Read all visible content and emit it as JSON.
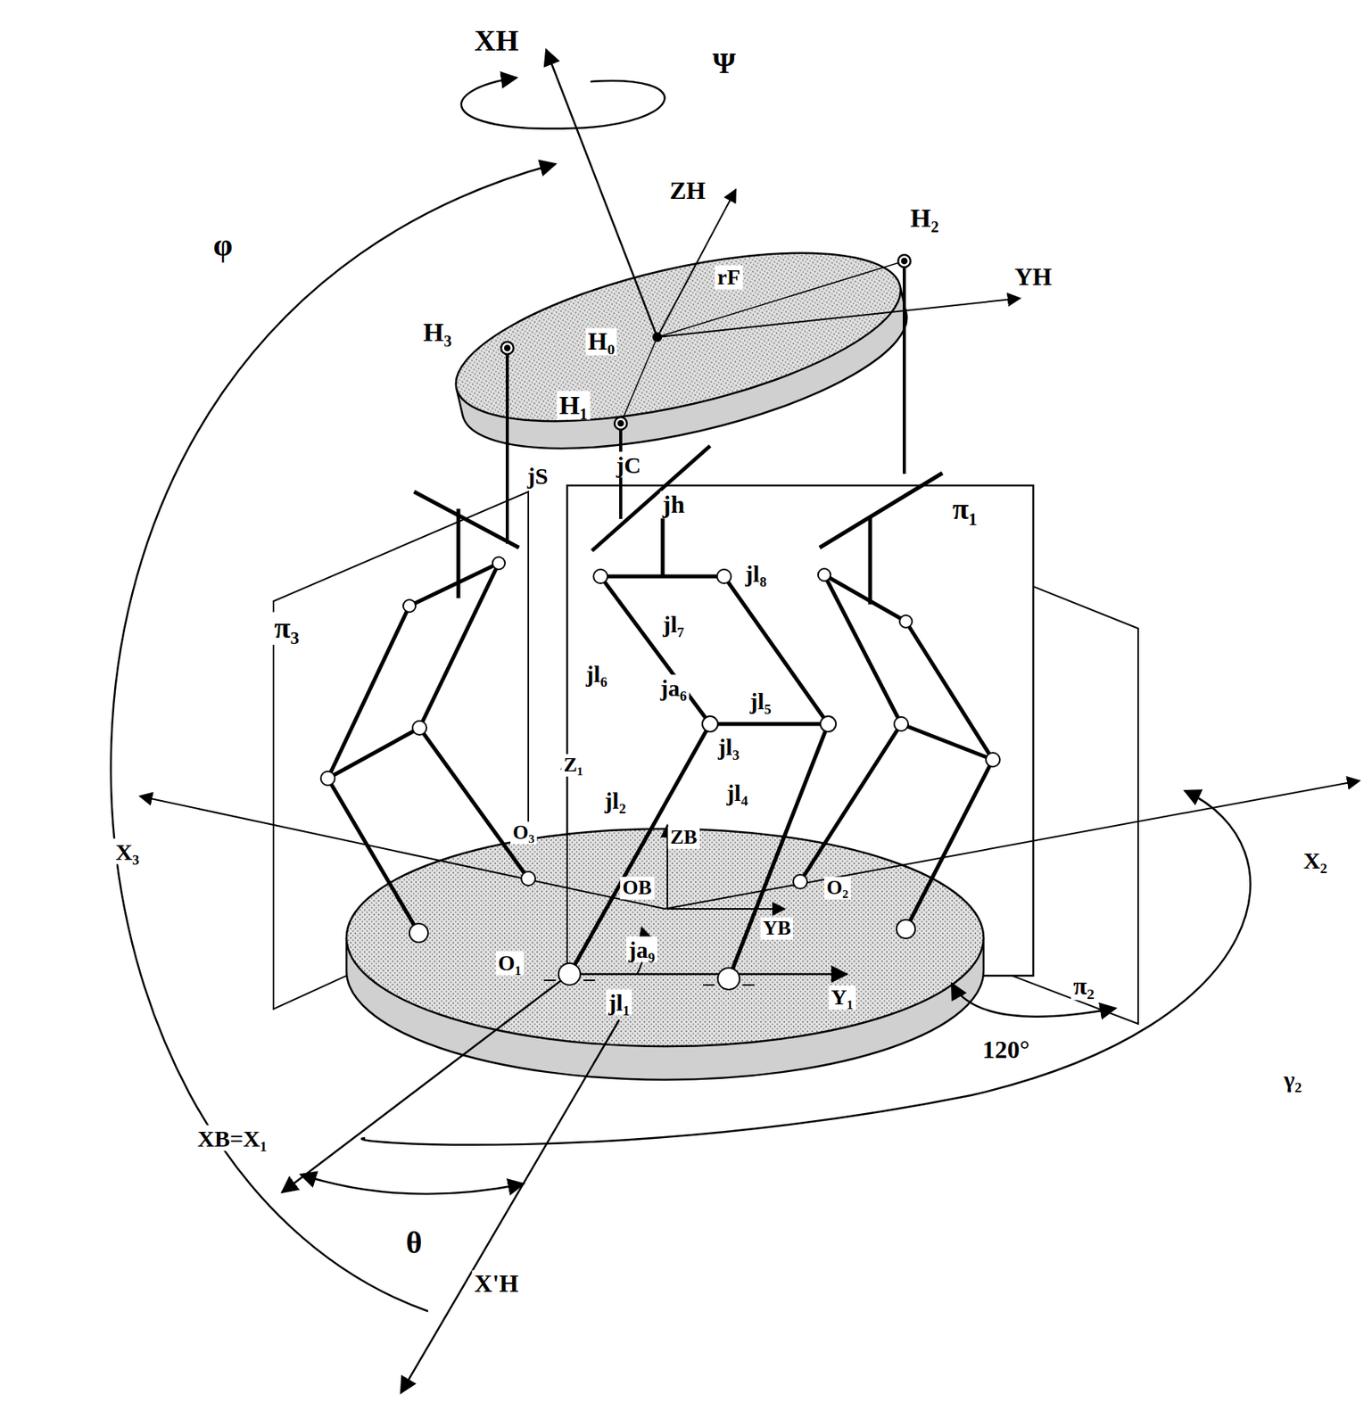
{
  "diagram": {
    "labels": [
      "XH",
      "Ψ",
      "φ",
      "ZH",
      "H₂",
      "rF",
      "YH",
      "H₃",
      "H₀",
      "H₁",
      "jS",
      "jC",
      "jh",
      "π₁",
      "jl₈",
      "jl₇",
      "π₃",
      "jl₆",
      "ja₆",
      "jl₅",
      "Z₁",
      "jl₂",
      "jl₃",
      "jl₄",
      "X₃",
      "O₃",
      "ZB",
      "OB",
      "YB",
      "O₂",
      "X₂",
      "O₁",
      "ja₉",
      "Y₁",
      "jl₁",
      "π₂",
      "120°",
      "γ₂",
      "XB=X₁",
      "θ",
      "X'H"
    ]
  }
}
